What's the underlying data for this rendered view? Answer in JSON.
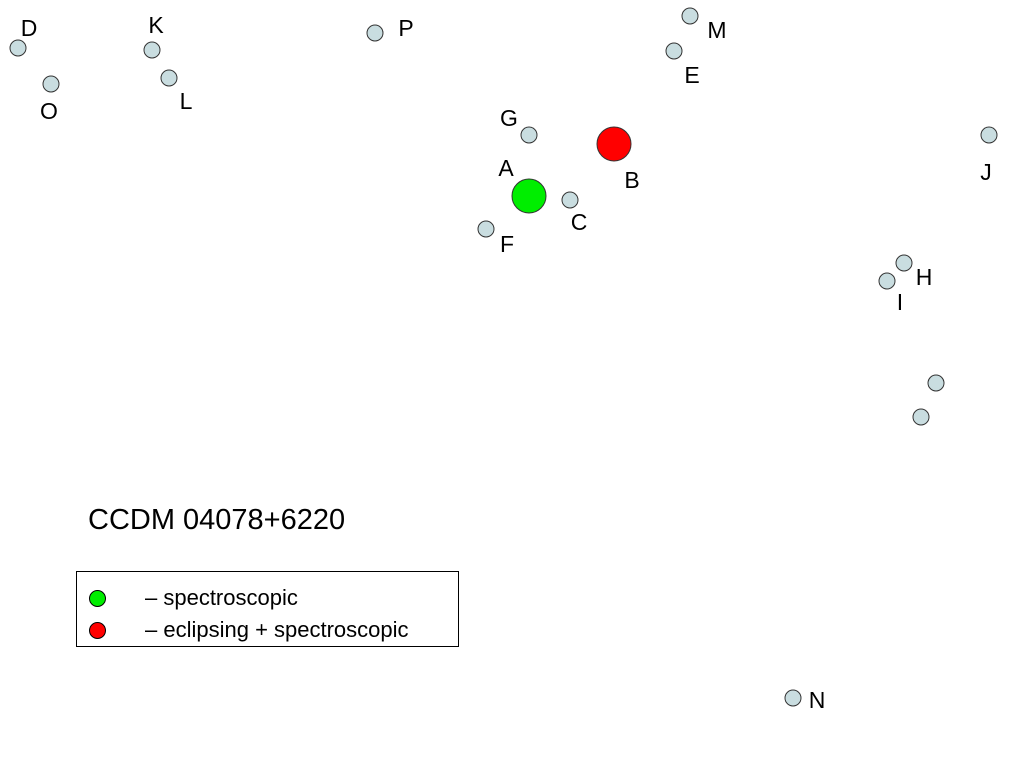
{
  "title": "CCDM 04078+6220",
  "colors": {
    "background": "#ffffff",
    "star_fill": "#c9dde0",
    "star_stroke": "#333333",
    "spectroscopic": "#00ee00",
    "eclipsing_spectroscopic": "#ff0000"
  },
  "stars": [
    {
      "label": "A",
      "type": "spectroscopic"
    },
    {
      "label": "B",
      "type": "eclipsing_spectroscopic"
    },
    {
      "label": "C",
      "type": "normal"
    },
    {
      "label": "D",
      "type": "normal"
    },
    {
      "label": "E",
      "type": "normal"
    },
    {
      "label": "F",
      "type": "normal"
    },
    {
      "label": "G",
      "type": "normal"
    },
    {
      "label": "H",
      "type": "normal"
    },
    {
      "label": "I",
      "type": "normal"
    },
    {
      "label": "J",
      "type": "normal"
    },
    {
      "label": "K",
      "type": "normal"
    },
    {
      "label": "L",
      "type": "normal"
    },
    {
      "label": "M",
      "type": "normal"
    },
    {
      "label": "N",
      "type": "normal"
    },
    {
      "label": "O",
      "type": "normal"
    },
    {
      "label": "P",
      "type": "normal"
    },
    {
      "label": "",
      "type": "normal"
    },
    {
      "label": "",
      "type": "normal"
    }
  ],
  "legend": {
    "items": [
      {
        "color_key": "spectroscopic",
        "text": "– spectroscopic"
      },
      {
        "color_key": "eclipsing_spectroscopic",
        "text": "– eclipsing + spectroscopic"
      }
    ]
  }
}
